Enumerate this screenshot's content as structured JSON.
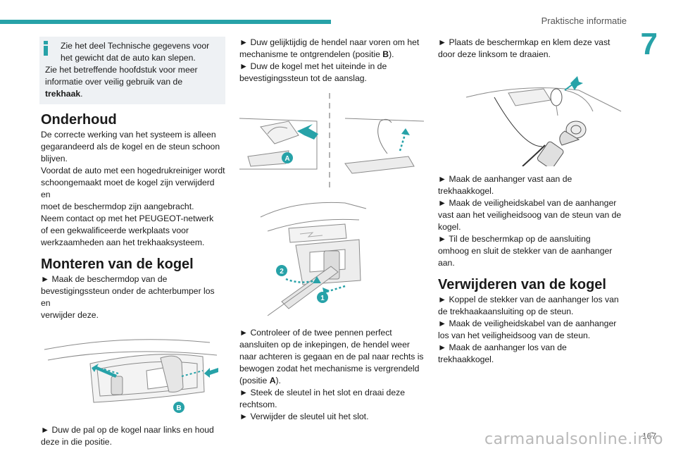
{
  "header": {
    "section_title": "Praktische informatie",
    "chapter_number": "7"
  },
  "info_box": {
    "line1": "Zie het deel Technische gegevens voor",
    "line2": "het gewicht dat de auto kan slepen.",
    "line3": "Zie het betreffende hoofdstuk voor meer",
    "line4": "informatie over veilig gebruik van de",
    "line5_bold": "trekhaak",
    "line5_end": "."
  },
  "onderhoud": {
    "title": "Onderhoud",
    "lines": [
      "De correcte werking van het systeem is alleen",
      "gegarandeerd als de kogel en de steun schoon",
      "blijven.",
      "Voordat de auto met een hogedrukreiniger wordt",
      "schoongemaakt moet de kogel zijn verwijderd en",
      "moet de beschermdop zijn aangebracht.",
      "Neem contact op met het PEUGEOT-netwerk",
      "of een gekwalificeerde werkplaats voor",
      "werkzaamheden aan het trekhaaksysteem."
    ]
  },
  "monteren": {
    "title": "Monteren van de kogel",
    "step1": [
      "Maak de beschermdop van de",
      "bevestigingssteun onder de achterbumper los en",
      "verwijder deze."
    ],
    "fig_label": "B",
    "step2": [
      "Duw de pal op de kogel naar links en houd",
      "deze in die positie."
    ]
  },
  "column2": {
    "step_a1": "Duw gelijktijdig de hendel naar voren om het",
    "step_a2_pre": "mechanisme te ontgrendelen (positie ",
    "step_a2_bold": "B",
    "step_a2_post": ").",
    "step_b1": "Duw de kogel met het uiteinde in de",
    "step_b2": "bevestigingssteun tot de aanslag.",
    "fig_a_label": "A",
    "fig_1_label": "1",
    "fig_2_label": "2",
    "step_c": [
      "Controleer of de twee pennen perfect",
      "aansluiten op de inkepingen, de hendel weer",
      "naar achteren is gegaan en de pal naar rechts is",
      "bewogen zodat het mechanisme is vergrendeld"
    ],
    "step_c_pos_pre": "(positie ",
    "step_c_pos_bold": "A",
    "step_c_pos_post": ").",
    "step_d1": "Steek de sleutel in het slot en draai deze",
    "step_d2": "rechtsom.",
    "step_e": "Verwijder de sleutel uit het slot."
  },
  "column3": {
    "step1": [
      "Plaats de beschermkap en klem deze vast",
      "door deze linksom te draaien."
    ],
    "step2": [
      "Maak de aanhanger vast aan de",
      "trekhaakkogel."
    ],
    "step3": [
      "Maak de veiligheidskabel van de aanhanger",
      "vast aan het veiligheidsoog van de steun van de",
      "kogel."
    ],
    "step4": [
      "Til de beschermkap op de aansluiting",
      "omhoog en sluit de stekker van de aanhanger",
      "aan."
    ],
    "removal_title": "Verwijderen van de kogel",
    "rstep1": [
      "Koppel de stekker van de aanhanger los van",
      "de trekhaakaansluiting op de steun."
    ],
    "rstep2": [
      "Maak de veiligheidskabel van de aanhanger",
      "los van het veiligheidsoog van de steun."
    ],
    "rstep3": [
      "Maak de aanhanger los van de",
      "trekhaakkogel."
    ]
  },
  "footer": {
    "page_number": "167",
    "watermark": "carmanualsonline.info"
  },
  "colors": {
    "accent": "#27a2a8",
    "info_bg": "#eef1f4",
    "text": "#1a1a1a"
  }
}
